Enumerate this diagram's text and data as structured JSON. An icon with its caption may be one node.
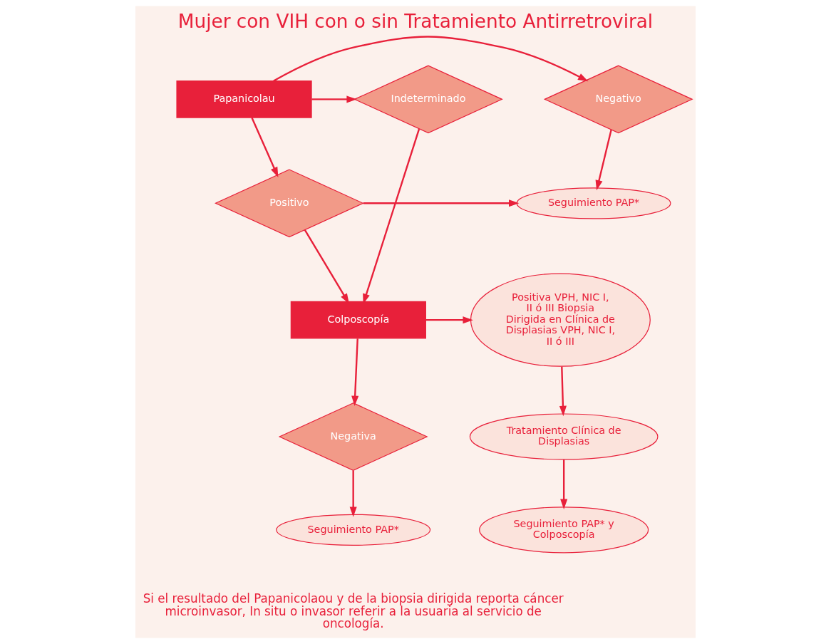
{
  "diagram": {
    "title": "Mujer con VIH con o sin Tratamiento Antirretroviral",
    "nodes": [
      {
        "text": [
          "Papanicolau"
        ]
      },
      {
        "text": [
          "Negativo"
        ]
      },
      {
        "text": [
          "Indeterminado"
        ]
      },
      {
        "text": [
          "Seguimiento PAP*"
        ]
      },
      {
        "text": [
          "Positivo"
        ]
      },
      {
        "text": [
          "Colposcopía"
        ]
      },
      {
        "text": [
          "Positiva VPH, NIC I, II ó III Biopsia Dirigida en Clínica de Displasias VPH, NIC I, II ó III"
        ]
      },
      {
        "text": [
          "Negativa"
        ]
      },
      {
        "text": [
          "Tratamiento Clínica de Displasias"
        ]
      },
      {
        "text": [
          "Seguimiento PAP*"
        ]
      },
      {
        "text": [
          "Seguimiento PAP* y Colposcopía"
        ]
      }
    ],
    "edges": [
      {
        "from": 0,
        "to": 1,
        "arrow": "to"
      },
      {
        "from": 0,
        "to": 2,
        "arrow": "to"
      },
      {
        "from": 0,
        "to": 4,
        "arrow": "to"
      },
      {
        "from": 1,
        "to": 3,
        "arrow": "to"
      },
      {
        "from": 4,
        "to": 3,
        "arrow": "to"
      },
      {
        "from": 4,
        "to": 5,
        "arrow": "to"
      },
      {
        "from": 2,
        "to": 5,
        "arrow": "to"
      },
      {
        "from": 5,
        "to": 6,
        "arrow": "to"
      },
      {
        "from": 5,
        "to": 7,
        "arrow": "to"
      },
      {
        "from": 6,
        "to": 8,
        "arrow": "to"
      },
      {
        "from": 7,
        "to": 9,
        "arrow": "to"
      },
      {
        "from": 8,
        "to": 10,
        "arrow": "to"
      }
    ],
    "labels": [
      "Si el resultado del Papanicolaou y de la biopsia dirigida reporta cáncer microinvasor, In situ o invasor referir a la usuaria al servicio de oncología."
    ]
  }
}
